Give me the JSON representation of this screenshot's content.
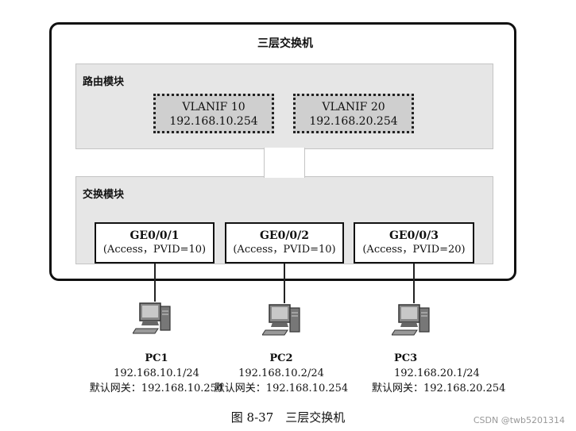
{
  "switch": {
    "title": "三层交换机"
  },
  "routing_module": {
    "label": "路由模块",
    "interfaces": [
      {
        "name": "VLANIF 10",
        "ip": "192.168.10.254"
      },
      {
        "name": "VLANIF 20",
        "ip": "192.168.20.254"
      }
    ]
  },
  "switching_module": {
    "label": "交换模块",
    "ports": [
      {
        "name": "GE0/0/1",
        "mode": "(Access，PVID=10)"
      },
      {
        "name": "GE0/0/2",
        "mode": "(Access，PVID=10)"
      },
      {
        "name": "GE0/0/3",
        "mode": "(Access，PVID=20)"
      }
    ]
  },
  "pcs": [
    {
      "name": "PC1",
      "ip": "192.168.10.1/24",
      "gateway": "默认网关：192.168.10.254"
    },
    {
      "name": "PC2",
      "ip": "192.168.10.2/24",
      "gateway": "默认网关：192.168.10.254"
    },
    {
      "name": "PC3",
      "ip": "192.168.20.1/24",
      "gateway": "默认网关：192.168.20.254"
    }
  ],
  "caption": "图 8-37　三层交换机",
  "watermark": "CSDN @twb5201314",
  "colors": {
    "module_fill": "#e6e6e6",
    "vlanif_fill": "#cfcfcf",
    "outline": "#111111"
  }
}
